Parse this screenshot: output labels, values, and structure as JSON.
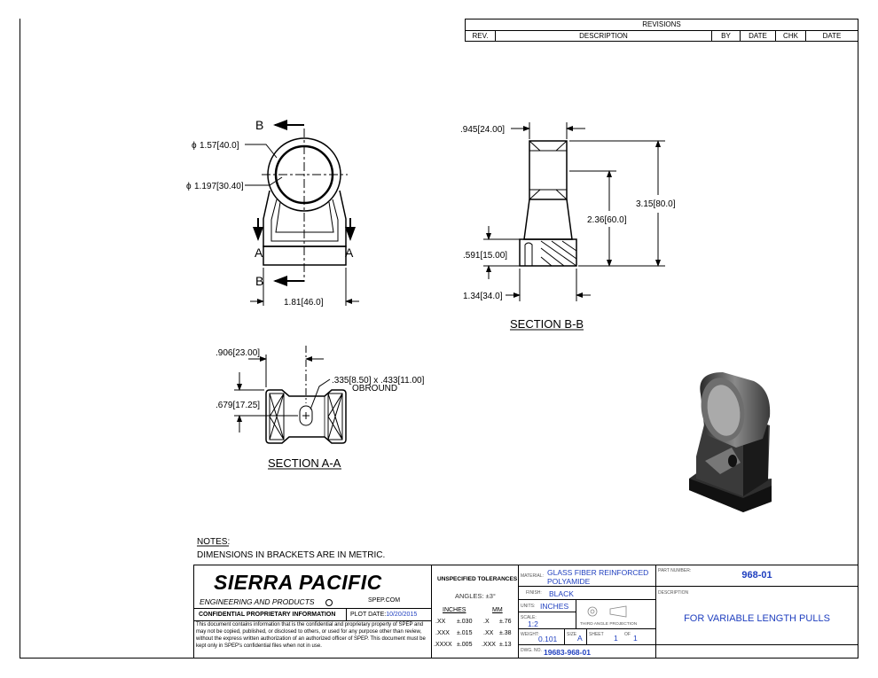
{
  "revisions": {
    "title": "REVISIONS",
    "columns": [
      "REV.",
      "DESCRIPTION",
      "BY",
      "DATE",
      "CHK",
      "DATE"
    ]
  },
  "views": {
    "front": {
      "section_b_label": "B",
      "section_a_label": "A",
      "dim_outer": "1.57[40.0]",
      "dim_inner": "1.197[30.40]",
      "dim_width": "1.81[46.0]",
      "diameter_symbol": "ϕ"
    },
    "section_bb": {
      "title": "SECTION B-B",
      "dim_top": ".945[24.00]",
      "dim_total": "3.15[80.0]",
      "dim_mid": "2.36[60.0]",
      "dim_base": ".591[15.00]",
      "dim_bottom": "1.34[34.0]"
    },
    "section_aa": {
      "title": "SECTION A-A",
      "dim_width": ".906[23.00]",
      "dim_height": ".679[17.25]",
      "slot_dim": ".335[8.50] x .433[11.00]",
      "slot_label": "OBROUND"
    }
  },
  "notes": {
    "title": "NOTES:",
    "line1": "DIMENSIONS IN BRACKETS ARE IN METRIC."
  },
  "title_block": {
    "company": "SIERRA PACIFIC",
    "subtitle": "ENGINEERING AND PRODUCTS",
    "website": "SPEP.COM",
    "confidential_label": "CONFIDENTIAL PROPRIETARY INFORMATION",
    "plot_date_label": "PLOT DATE:",
    "plot_date": "10/20/2015",
    "confidential_text": "This document contains information that is the confidential and proprietary property of SPEP and may not be copied, published, or disclosed to others, or used for any purpose other than review, without the express written authorization of an authorized officer of SPEP. This document must be kept only in SPEP's confidential files when not in use.",
    "tolerances_title": "UNSPECIFIED TOLERANCES",
    "angles": "ANGLES: ±3°",
    "inches_label": "INCHES",
    "mm_label": "MM",
    "tol_rows": [
      {
        "in_key": ".XX",
        "in_val": "±.030",
        "mm_key": ".X",
        "mm_val": "±.76"
      },
      {
        "in_key": ".XXX",
        "in_val": "±.015",
        "mm_key": ".XX",
        "mm_val": "±.38"
      },
      {
        "in_key": ".XXXX",
        "in_val": "±.005",
        "mm_key": ".XXX",
        "mm_val": "±.13"
      }
    ],
    "material_label": "MATERIAL:",
    "material_line1": "GLASS FIBER REINFORCED",
    "material_line2": "POLYAMIDE",
    "finish_label": "FINISH:",
    "finish": "BLACK",
    "units_label": "UNITS:",
    "units": "INCHES",
    "scale_label": "SCALE:",
    "scale": "1:2",
    "projection_label": "THIRD ANGLE PROJECTION",
    "weight_label": "WEIGHT:",
    "weight": "0.101",
    "size_label": "SIZE",
    "size": "A",
    "sheet_label": "SHEET",
    "sheet": "1",
    "of_label": "OF",
    "of": "1",
    "dwg_label": "DWG. NO.",
    "dwg_no": "19683-968-01",
    "part_number_label": "PART NUMBER:",
    "part_number": "968-01",
    "description_label": "DESCRIPTION",
    "description": "FOR VARIABLE LENGTH PULLS"
  },
  "colors": {
    "blue": "#1f3fbf",
    "line": "#000000"
  }
}
